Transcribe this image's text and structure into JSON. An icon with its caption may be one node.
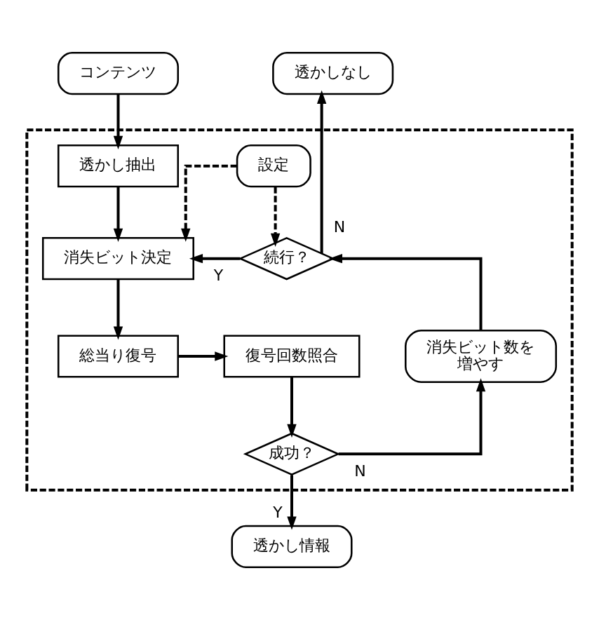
{
  "diagram": {
    "nodes": [
      {
        "text": [
          "コンテンツ"
        ]
      },
      {
        "text": [
          "透かしなし"
        ]
      },
      {
        "text": [],
        "shape": "box"
      },
      {
        "text": [
          "透かし抽出"
        ],
        "in": 2
      },
      {
        "text": [
          "設定"
        ],
        "in": 2
      },
      {
        "text": [
          "消失ビット決定"
        ],
        "in": 2
      },
      {
        "text": [
          "続行？"
        ],
        "in": 2
      },
      {
        "text": [
          "総当り復号"
        ],
        "in": 2
      },
      {
        "text": [
          "復号回数照合"
        ],
        "in": 2
      },
      {
        "text": [
          "消失ビット数を増やす"
        ],
        "in": 2
      },
      {
        "text": [
          "成功？"
        ],
        "in": 2
      },
      {
        "text": [
          "透かし情報"
        ]
      }
    ],
    "edges": [
      {
        "from": 0,
        "to": 3,
        "arrow": "to"
      },
      {
        "from": 3,
        "to": 5,
        "arrow": "to"
      },
      {
        "from": 4,
        "to": 5,
        "arrow": "to",
        "style": "dashed"
      },
      {
        "from": 4,
        "to": 6,
        "arrow": "to",
        "style": "dashed"
      },
      {
        "from": 6,
        "to": 5,
        "arrow": "to",
        "label": "Y"
      },
      {
        "from": 6,
        "to": 1,
        "arrow": "to",
        "label": "N"
      },
      {
        "from": 5,
        "to": 7,
        "arrow": "to"
      },
      {
        "from": 7,
        "to": 8,
        "arrow": "to"
      },
      {
        "from": 8,
        "to": 10,
        "arrow": "to"
      },
      {
        "from": 10,
        "to": 9,
        "arrow": "to",
        "label": "N"
      },
      {
        "from": 9,
        "to": 6,
        "arrow": "to"
      },
      {
        "from": 10,
        "to": 11,
        "arrow": "to",
        "label": "Y"
      }
    ]
  }
}
